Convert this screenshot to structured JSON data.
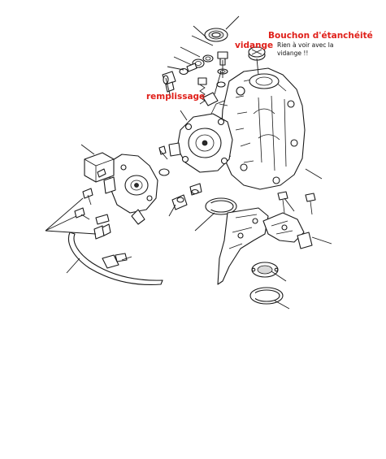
{
  "annotations": {
    "vidange": "vidange",
    "remplissage": "remplissage",
    "bouchon": "Bouchon d'étanchéité",
    "note_line1": "Rien à voir avec la",
    "note_line2": "vidange !!"
  },
  "colors": {
    "annotation_red": "#e0201a",
    "line": "#1a1a1a"
  }
}
